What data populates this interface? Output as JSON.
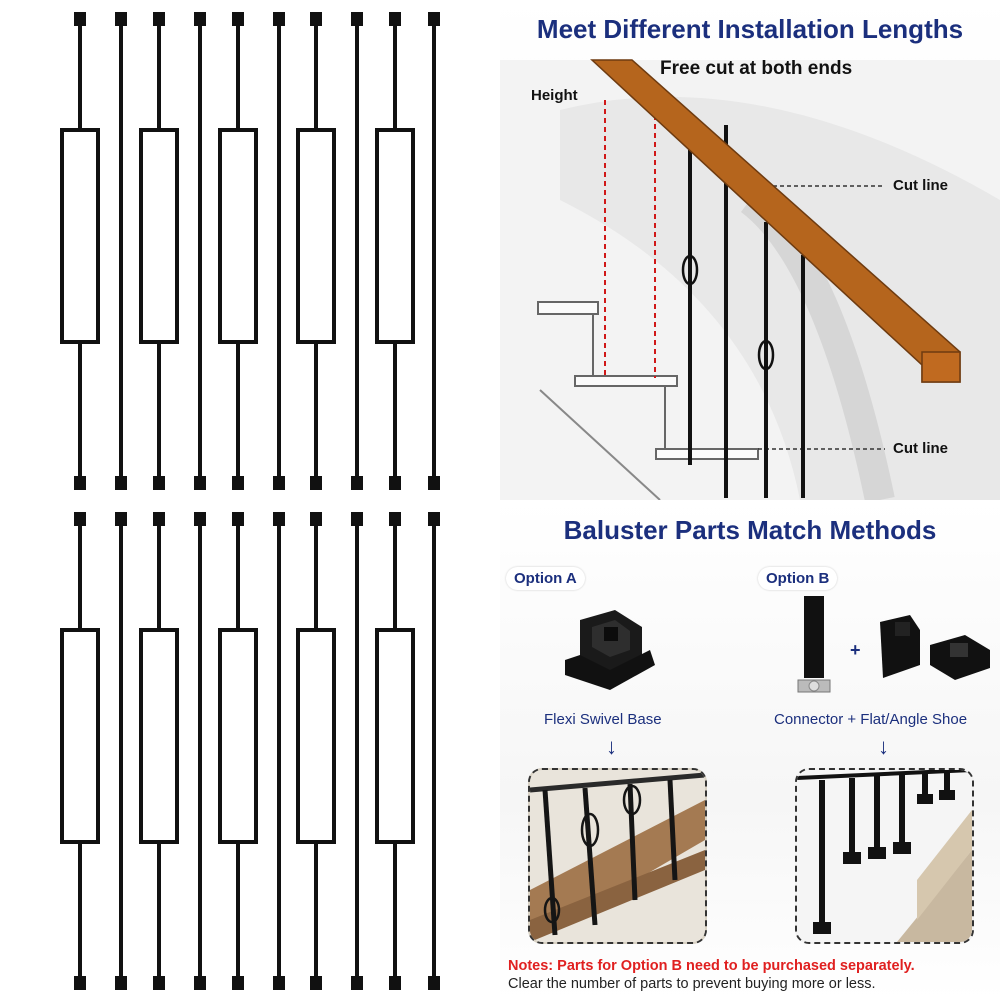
{
  "top_panel": {
    "title": "Meet Different Installation Lengths",
    "free_cut": "Free cut at both ends",
    "height_label": "Height",
    "cut_line_upper": "Cut line",
    "cut_line_lower": "Cut line"
  },
  "bottom_panel": {
    "title": "Baluster Parts Match Methods",
    "option_a": "Option A",
    "option_b": "Option B",
    "option_a_caption": "Flexi Swivel Base",
    "plus": "+",
    "option_b_caption": "Connector + Flat/Angle Shoe"
  },
  "notes": {
    "line1": "Notes: Parts for Option B need to be purchased separately.",
    "line2": "Clear the number of parts to prevent buying more or less."
  },
  "colors": {
    "title": "#1b2f7d",
    "note_red": "#e02020",
    "handrail": "#b5651d",
    "iron": "#111111"
  }
}
